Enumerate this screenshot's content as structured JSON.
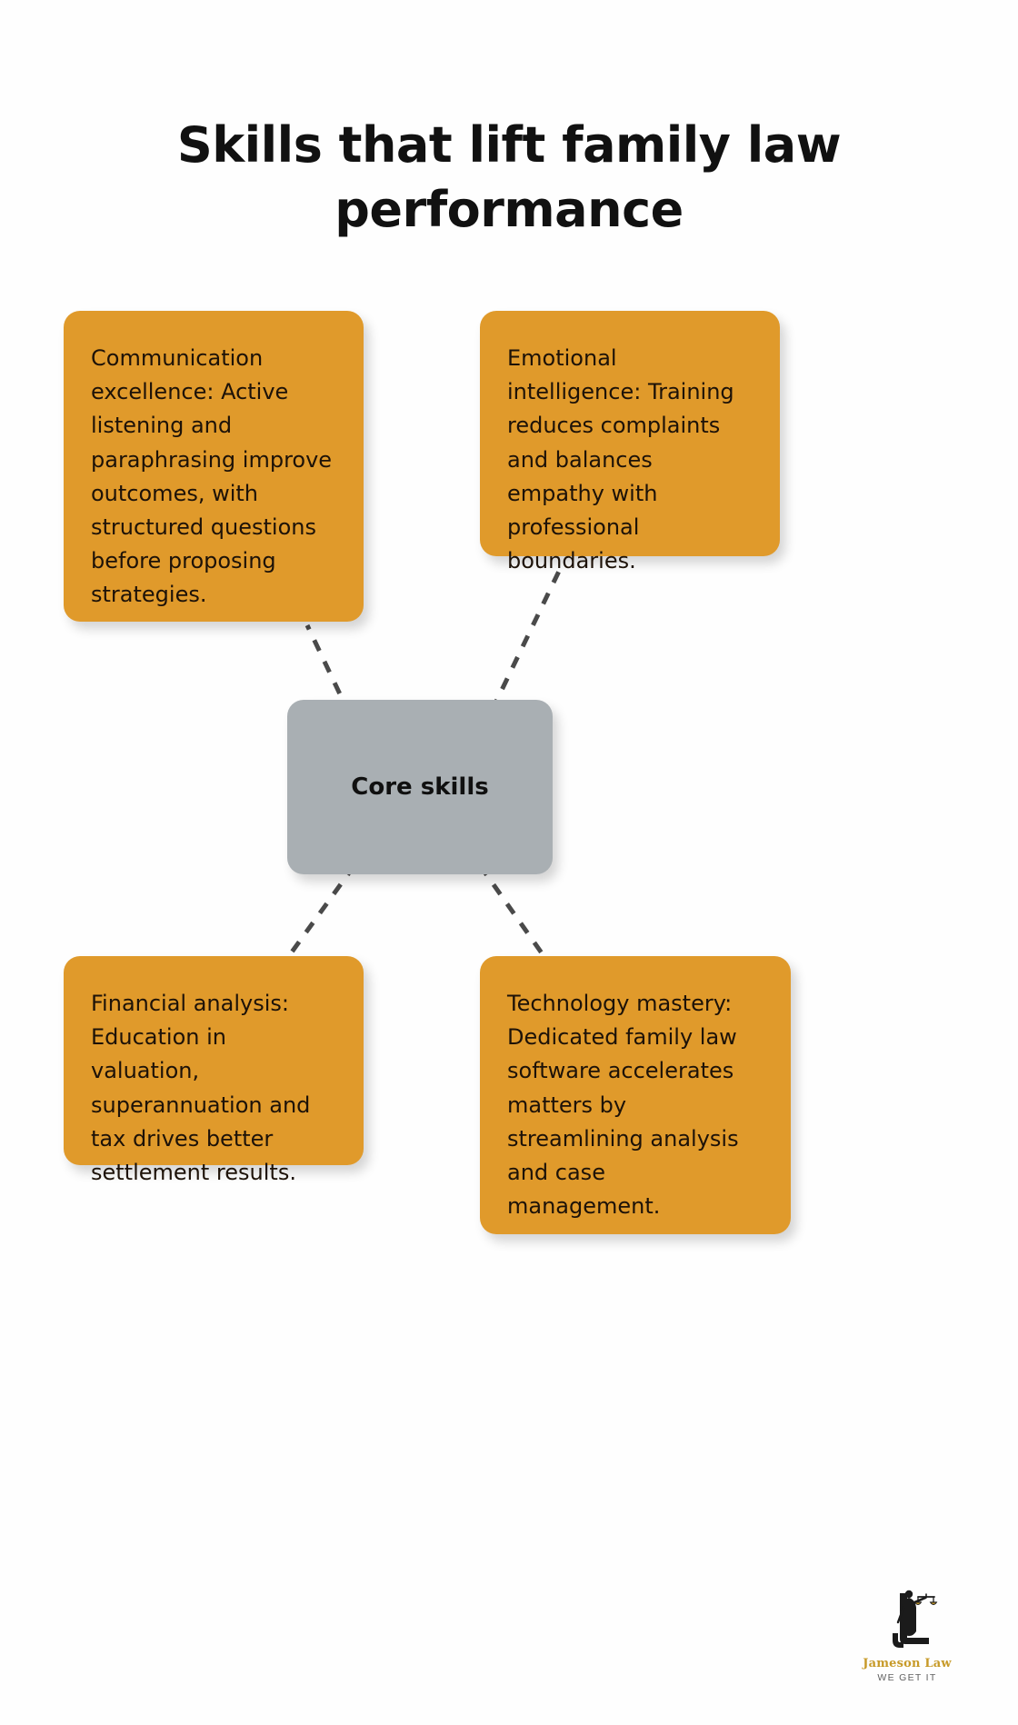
{
  "page": {
    "title": "Skills that lift family law performance",
    "background_color": "#fefefe"
  },
  "diagram": {
    "type": "hub-and-spoke",
    "accent_color": "#e09a2b",
    "hub_color": "#a9afb3",
    "connector_color": "#4a4a4a",
    "connector_style": "dashed",
    "hub": {
      "label": "Core skills"
    },
    "nodes": [
      {
        "id": "communication",
        "position": "top-left",
        "text": "Communication excellence: Active listening and paraphrasing improve outcomes, with structured questions before proposing strategies."
      },
      {
        "id": "emotional-intelligence",
        "position": "top-right",
        "text": "Emotional intelligence: Training reduces complaints and balances empathy with professional boundaries."
      },
      {
        "id": "financial-analysis",
        "position": "bottom-left",
        "text": "Financial analysis: Education in valuation, superannuation and tax drives better settlement results."
      },
      {
        "id": "technology-mastery",
        "position": "bottom-right",
        "text": "Technology mastery: Dedicated family law software accelerates matters by streamlining analysis and case management."
      }
    ]
  },
  "logo": {
    "name": "Jameson Law",
    "tagline": "WE GET IT",
    "mark": "lady-justice-scales-icon",
    "name_color": "#c79a28",
    "tagline_color": "#5f5f5f"
  }
}
